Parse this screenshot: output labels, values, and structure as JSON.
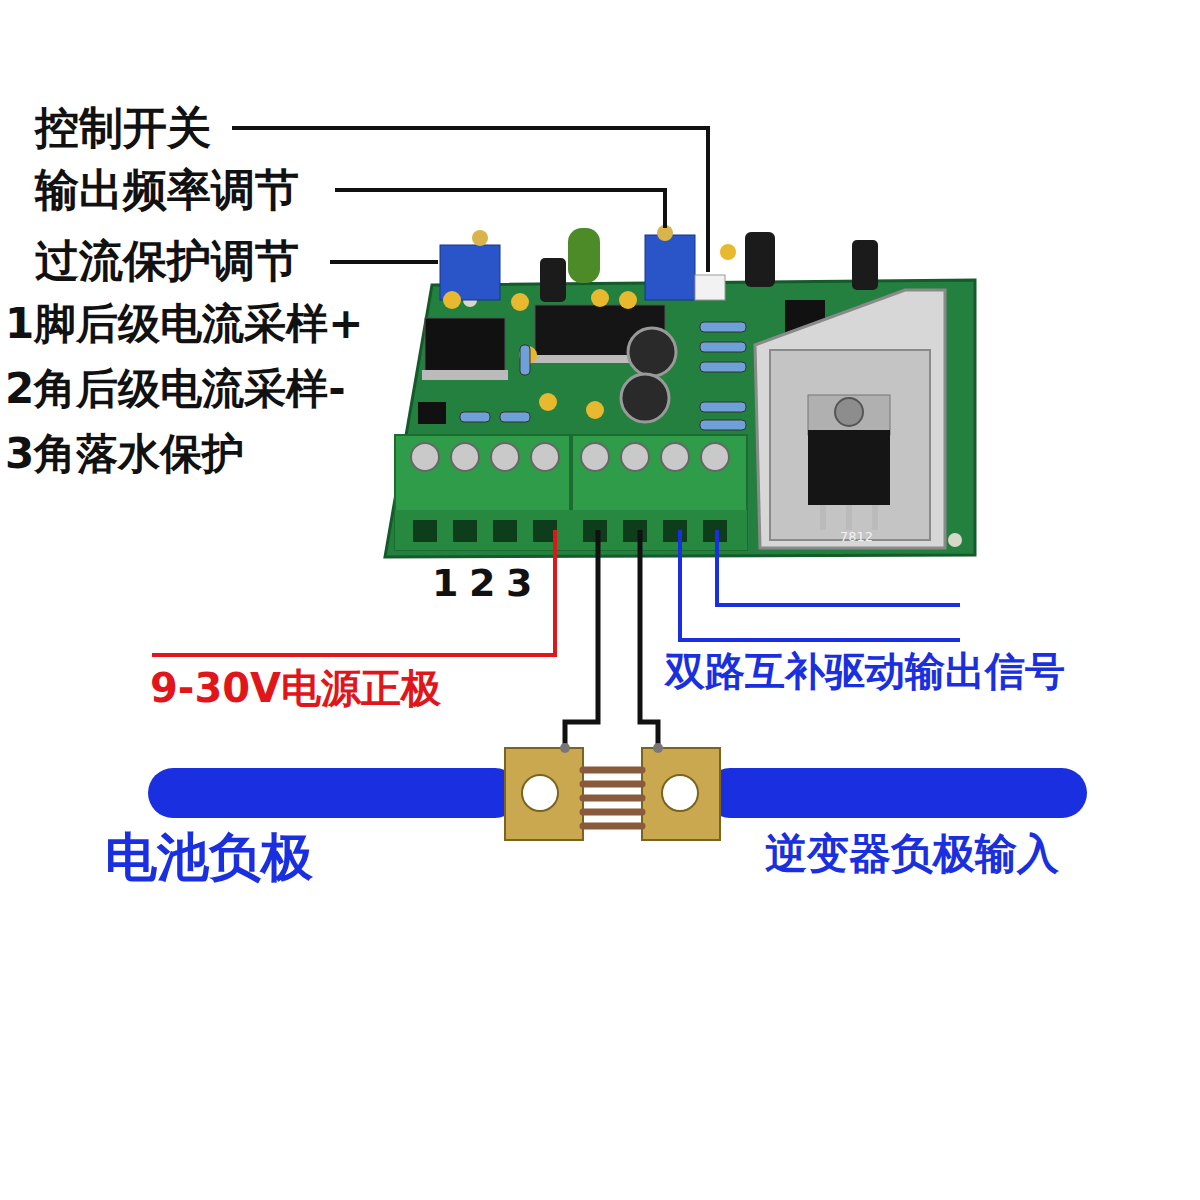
{
  "diagram": {
    "labels": [
      "控制开关",
      "输出频率调节",
      "过流保护调节",
      "1脚后级电流采样+",
      "2角后级电流采样-",
      "3角落水保护",
      "1",
      "2",
      "3",
      "7812",
      "9-30V电源正极",
      "双路互补驱动输出信号",
      "电池负极",
      "逆变器负极输入"
    ]
  }
}
